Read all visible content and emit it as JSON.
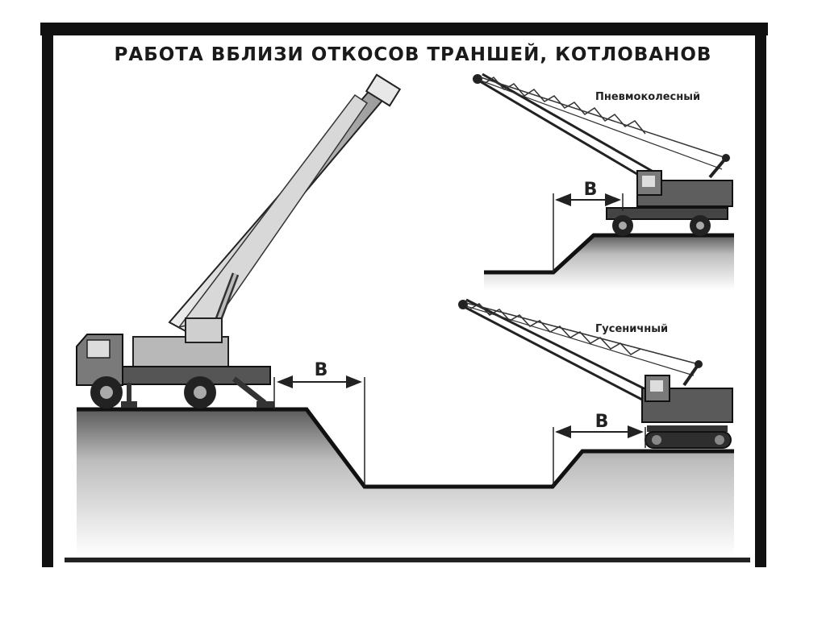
{
  "title": "РАБОТА ВБЛИЗИ ОТКОСОВ ТРАНШЕЙ, КОТЛОВАНОВ",
  "labels": {
    "pneumatic_crane": "Пневмоколесный",
    "crawler_crane": "Гусеничный",
    "distance_truck": "В",
    "distance_pneumatic": "В",
    "distance_crawler": "В"
  },
  "colors": {
    "frame": "#111111",
    "ground": "#6f6f6f",
    "machine": "#3a3a3a",
    "background": "#ffffff"
  }
}
